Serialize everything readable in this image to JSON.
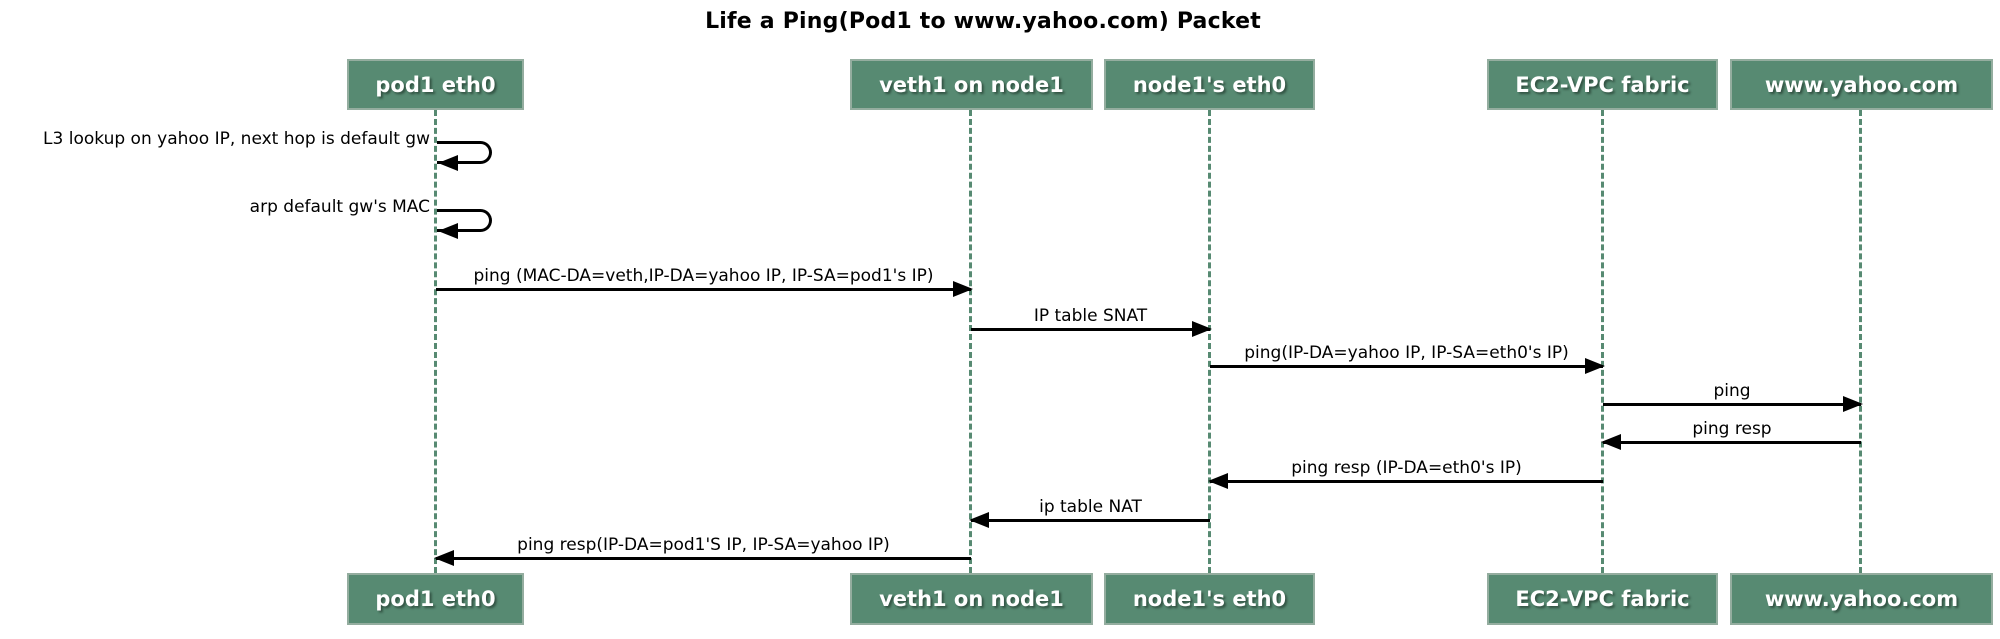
{
  "title": "Life a Ping(Pod1 to www.yahoo.com) Packet",
  "colors": {
    "actor_fill": "#578a72",
    "actor_border": "#94ad9f",
    "actor_text": "#ffffff",
    "lifeline": "#578a72",
    "message_line": "#000000",
    "text": "#000000",
    "background": "#ffffff"
  },
  "actors": [
    {
      "id": "pod1-eth0",
      "label": "pod1 eth0"
    },
    {
      "id": "veth1-on-node1",
      "label": "veth1 on node1"
    },
    {
      "id": "node1s-eth0",
      "label": "node1's eth0"
    },
    {
      "id": "ec2-vpc-fabric",
      "label": "EC2-VPC fabric"
    },
    {
      "id": "www-yahoo-com",
      "label": "www.yahoo.com"
    }
  ],
  "self_messages": [
    {
      "actor": "pod1 eth0",
      "label": "L3 lookup on yahoo IP, next hop is default gw"
    },
    {
      "actor": "pod1 eth0",
      "label": "arp default gw's MAC"
    }
  ],
  "messages": [
    {
      "from": "pod1 eth0",
      "to": "veth1 on node1",
      "direction": "right",
      "label": "ping (MAC-DA=veth,IP-DA=yahoo IP, IP-SA=pod1's IP)"
    },
    {
      "from": "veth1 on node1",
      "to": "node1's eth0",
      "direction": "right",
      "label": "IP table SNAT"
    },
    {
      "from": "node1's eth0",
      "to": "EC2-VPC fabric",
      "direction": "right",
      "label": "ping(IP-DA=yahoo IP, IP-SA=eth0's IP)"
    },
    {
      "from": "EC2-VPC fabric",
      "to": "www.yahoo.com",
      "direction": "right",
      "label": "ping"
    },
    {
      "from": "www.yahoo.com",
      "to": "EC2-VPC fabric",
      "direction": "left",
      "label": "ping resp"
    },
    {
      "from": "EC2-VPC fabric",
      "to": "node1's eth0",
      "direction": "left",
      "label": "ping resp (IP-DA=eth0's IP)"
    },
    {
      "from": "node1's eth0",
      "to": "veth1 on node1",
      "direction": "left",
      "label": "ip table NAT"
    },
    {
      "from": "veth1 on node1",
      "to": "pod1 eth0",
      "direction": "left",
      "label": "ping resp(IP-DA=pod1'S IP, IP-SA=yahoo IP)"
    }
  ]
}
